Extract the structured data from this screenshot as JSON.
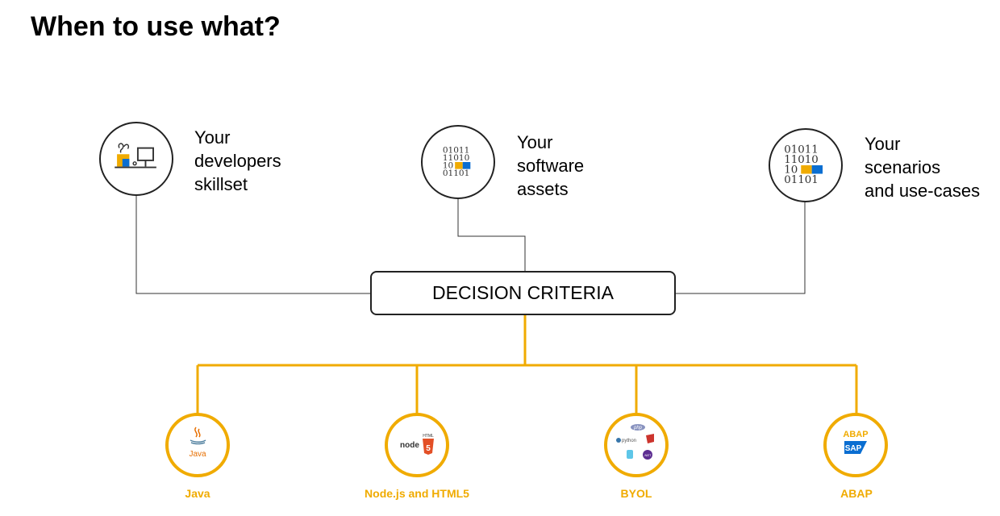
{
  "title": "When to use what?",
  "decision": {
    "label": "DECISION CRITERIA"
  },
  "criteria": [
    {
      "lines": [
        "Your",
        "developers",
        "skillset"
      ],
      "icon": "developer-desk-icon"
    },
    {
      "lines": [
        "Your",
        "software",
        "assets"
      ],
      "icon": "binary-data-icon"
    },
    {
      "lines": [
        "Your",
        "scenarios",
        "and use-cases"
      ],
      "icon": "binary-data-icon"
    }
  ],
  "options": [
    {
      "label": "Java",
      "icon": "java-icon",
      "icon_text": "Java"
    },
    {
      "label": "Node.js and HTML5",
      "icon": "nodejs-html5-icon",
      "icon_text": "node",
      "badge_text": "HTML"
    },
    {
      "label": "BYOL",
      "icon": "byol-languages-icon",
      "php": "php",
      "python": "python"
    },
    {
      "label": "ABAP",
      "icon": "abap-sap-icon",
      "icon_text": "ABAP",
      "badge_text": "SAP"
    }
  ],
  "colors": {
    "accent": "#f0ab00",
    "line": "#222222",
    "blue": "#0a6ed1"
  }
}
